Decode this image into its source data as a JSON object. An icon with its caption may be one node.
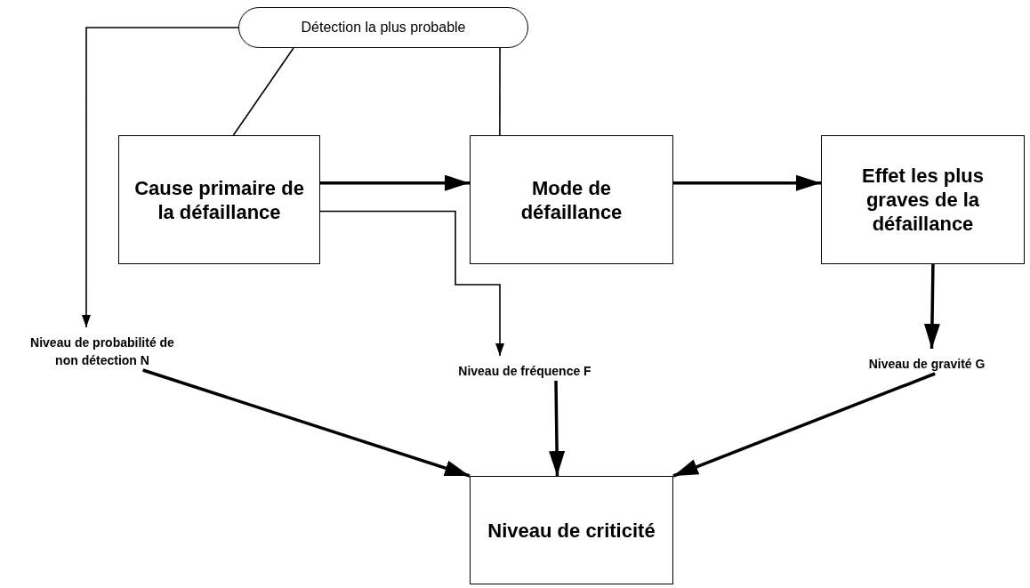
{
  "diagram": {
    "nodes": [
      {
        "text": [
          "Détection la plus probable"
        ]
      },
      {
        "text": [
          "Cause primaire de la défaillance"
        ]
      },
      {
        "text": [
          "Mode de défaillance"
        ]
      },
      {
        "text": [
          "Effet les plus graves de la défaillance"
        ]
      },
      {
        "text": [
          "Niveau de probabilité de non détection N"
        ]
      },
      {
        "text": [
          "Niveau de fréquence F"
        ]
      },
      {
        "text": [
          "Niveau de gravité G"
        ]
      },
      {
        "text": [
          "Niveau de criticité"
        ]
      }
    ],
    "edges": [
      {
        "from": 1,
        "to": 2,
        "arrow": "to"
      },
      {
        "from": 2,
        "to": 3,
        "arrow": "to"
      },
      {
        "from": 0,
        "to": 4,
        "arrow": "to"
      },
      {
        "from": 0,
        "to": 1,
        "arrow": "none"
      },
      {
        "from": 0,
        "to": 2,
        "arrow": "none"
      },
      {
        "from": 1,
        "to": 5,
        "arrow": "to"
      },
      {
        "from": 3,
        "to": 6,
        "arrow": "to"
      },
      {
        "from": 4,
        "to": 7,
        "arrow": "to"
      },
      {
        "from": 5,
        "to": 7,
        "arrow": "to"
      },
      {
        "from": 6,
        "to": 7,
        "arrow": "to"
      }
    ]
  }
}
